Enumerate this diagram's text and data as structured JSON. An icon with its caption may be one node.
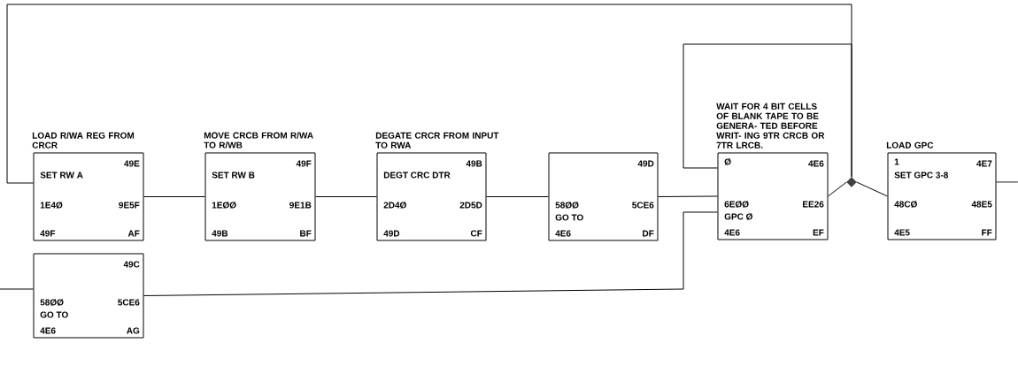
{
  "diagram": {
    "nodes": [
      {
        "text": [
          "LOAD R/WA REG FROM CRCR",
          "49E",
          "SET RW A",
          "1E4Ø",
          "9E5F",
          "49F",
          "AF"
        ]
      },
      {
        "text": [
          "MOVE CRCB FROM R/WA TO R/WB",
          "49F",
          "SET RW B",
          "1EØØ",
          "9E1B",
          "49B",
          "BF"
        ]
      },
      {
        "text": [
          "DEGATE CRCR FROM INPUT TO RWA",
          "49B",
          "DEGT CRC DTR",
          "2D4Ø",
          "2D5D",
          "49D",
          "CF"
        ]
      },
      {
        "text": [
          "49D",
          "58ØØ",
          "GO TO",
          "4E6",
          "5CE6",
          "DF"
        ]
      },
      {
        "text": [
          "WAIT FOR 4 BIT CELLS OF BLANK TAPE TO BE GENERA- TED BEFORE WRIT- ING 9TR CRCB OR 7TR LRCB.",
          "Ø",
          "4E6",
          "6EØØ",
          "GPC Ø",
          "4E6",
          "EE26",
          "EF"
        ]
      },
      {
        "text": [],
        "shape": "diamond"
      },
      {
        "text": [
          "LOAD GPC",
          "1",
          "4E7",
          "SET GPC 3-8",
          "48CØ",
          "48E5",
          "4E5",
          "FF"
        ]
      },
      {
        "text": [
          "49C",
          "58ØØ",
          "GO TO",
          "4E6",
          "5CE6",
          "AG"
        ]
      }
    ],
    "edges": [
      {
        "from": 0,
        "to": 1,
        "arrow": "none"
      },
      {
        "from": 1,
        "to": 2,
        "arrow": "none"
      },
      {
        "from": 2,
        "to": 3,
        "arrow": "none"
      },
      {
        "from": 3,
        "to": 4,
        "arrow": "none"
      },
      {
        "from": 4,
        "to": 5,
        "arrow": "none"
      },
      {
        "from": 5,
        "to": 6,
        "arrow": "none"
      },
      {
        "from": 5,
        "to": 0,
        "arrow": "none"
      },
      {
        "from": 5,
        "to": 4,
        "arrow": "none"
      },
      {
        "from": 6,
        "to": null,
        "arrow": "none"
      },
      {
        "from": null,
        "to": 7,
        "arrow": "none"
      },
      {
        "from": 7,
        "to": 4,
        "arrow": "none"
      }
    ]
  }
}
